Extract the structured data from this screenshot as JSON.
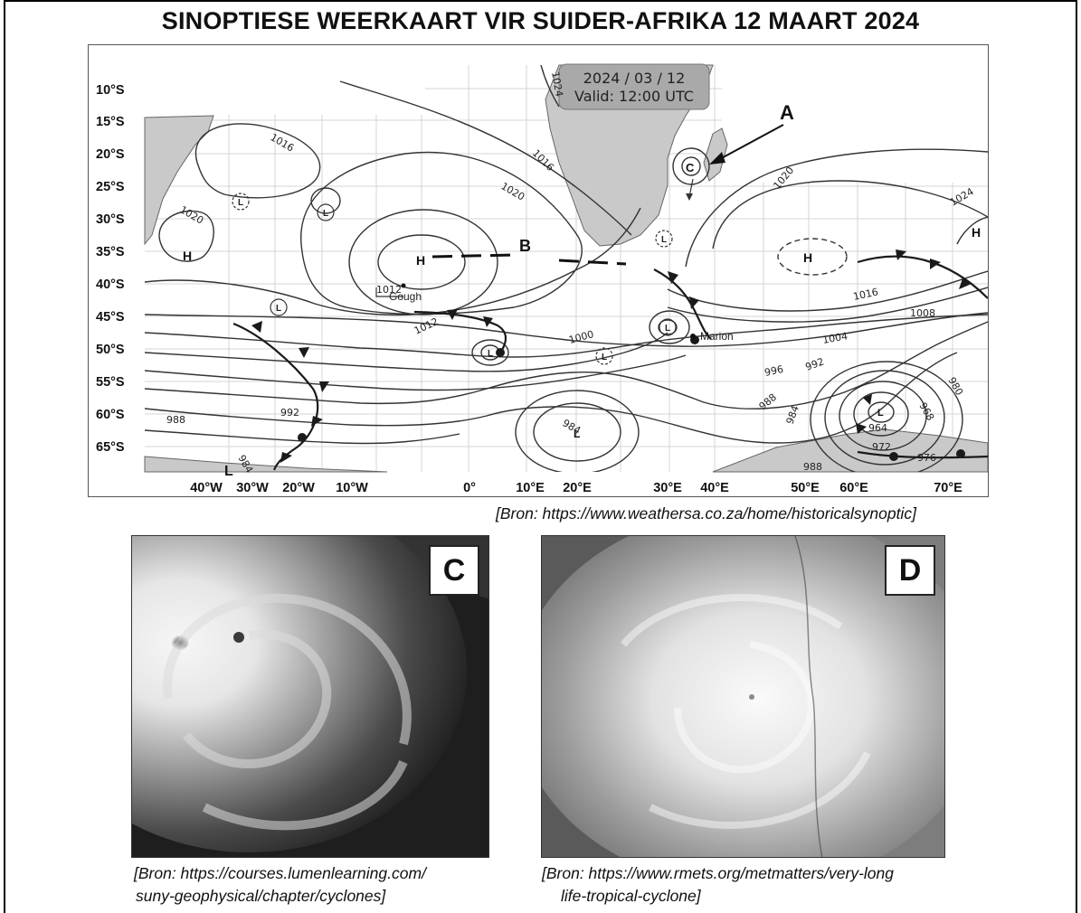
{
  "title": "SINOPTIESE WEERKAART VIR SUIDER-AFRIKA 12 MAART 2024",
  "map": {
    "date_box": {
      "date": "2024 / 03 / 12",
      "valid": "Valid: 12:00 UTC"
    },
    "lat_labels": [
      "10°S",
      "15°S",
      "20°S",
      "25°S",
      "30°S",
      "35°S",
      "40°S",
      "45°S",
      "50°S",
      "55°S",
      "60°S",
      "65°S"
    ],
    "lon_labels": [
      "40°W",
      "30°W",
      "20°W",
      "10°W",
      "0°",
      "10°E",
      "20°E",
      "30°E",
      "40°E",
      "50°E",
      "60°E",
      "70°E"
    ],
    "markers": {
      "A": "A",
      "B": "B",
      "C_on_map": "C"
    },
    "places": {
      "gough": "Gough",
      "marion": "Marion"
    },
    "pressure_systems": [
      "H",
      "H",
      "H",
      "H",
      "L",
      "L",
      "L",
      "L",
      "L",
      "L",
      "L",
      "L",
      "L",
      "L"
    ],
    "isobar_labels": [
      "1016",
      "1020",
      "1020",
      "1016",
      "1020",
      "1024",
      "1012",
      "1012",
      "1000",
      "1016",
      "1008",
      "1004",
      "996",
      "992",
      "988",
      "992",
      "984",
      "988",
      "984",
      "980",
      "968",
      "964",
      "972",
      "976",
      "988",
      "984",
      "1024"
    ],
    "colors": {
      "land": "#c9c9c9",
      "isobar": "#333333",
      "front": "#1a1a1a",
      "grid": "#d0d0d0"
    }
  },
  "map_source": "[Bron: https://www.weathersa.co.za/home/historicalsynoptic]",
  "photo_c": {
    "label": "C",
    "source_line1": "[Bron: https://courses.lumenlearning.com/",
    "source_line2": "suny-geophysical/chapter/cyclones]"
  },
  "photo_d": {
    "label": "D",
    "source_line1": "[Bron: https://www.rmets.org/metmatters/very-long",
    "source_line2": "life-tropical-cyclone]"
  }
}
